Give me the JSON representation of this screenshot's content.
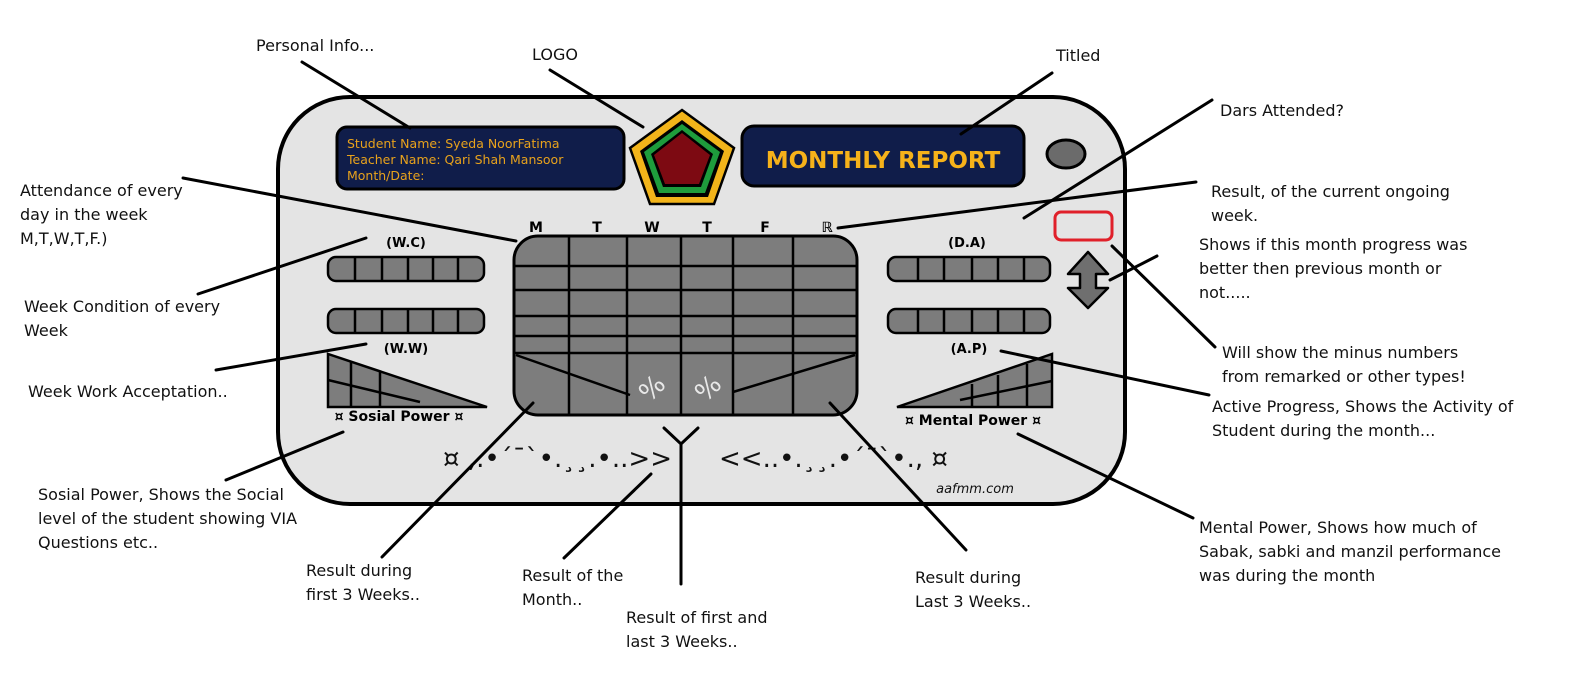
{
  "annotations": {
    "personal_info": "Personal Info...",
    "logo": "LOGO",
    "titled": "Titled",
    "dars_attended": "Dars Attended?",
    "result_current": [
      "Result, of the current ongoing",
      "week."
    ],
    "month_progress": [
      "Shows if this month progress was",
      "better then previous month or",
      "not....."
    ],
    "minus_numbers": [
      "Will show the minus numbers",
      "from remarked or other types!"
    ],
    "active_progress": [
      "Active Progress, Shows the Activity of",
      "Student during the month..."
    ],
    "mental_power": [
      "Mental Power, Shows how much of",
      "Sabak, sabki and manzil performance",
      "was during the month"
    ],
    "attendance": [
      "Attendance of every",
      "day in the week",
      "M,T,W,T,F.)"
    ],
    "week_condition": [
      "Week Condition of every",
      "Week"
    ],
    "week_work": "Week Work Acceptation..",
    "sosial_power": [
      "Sosial Power, Shows the Social",
      "level of the student showing VIA",
      "Questions etc.."
    ],
    "result_first3": [
      "Result during",
      "first 3 Weeks.."
    ],
    "result_month": [
      "Result of the",
      "Month.."
    ],
    "result_first_last": [
      "Result of first and",
      "last 3 Weeks.."
    ],
    "result_last3": [
      "Result during",
      "Last 3 Weeks.."
    ]
  },
  "device": {
    "student_line": "Student Name: Syeda NoorFatima",
    "teacher_line": "Teacher Name: Qari Shah Mansoor",
    "month_line": "Month/Date:",
    "report_title": "MONTHLY REPORT",
    "days": [
      "M",
      "T",
      "W",
      "T",
      "F",
      "ℝ"
    ],
    "wc_label": "(W.C)",
    "ww_label": "(W.W)",
    "da_label": "(D.A)",
    "ap_label": "(A.P)",
    "sosial_label": "¤ Sosial Power ¤",
    "mental_label": "¤ Mental Power ¤",
    "deco_left": "¤ ,.•´¯`•.¸¸.•..>>",
    "deco_right": "<<..•.¸¸.•´¯`•., ¤",
    "watermark": "aafmm.com",
    "percent_glyph": "%"
  },
  "colors": {
    "panel": "#e4e4e4",
    "info_box": "#101d4a",
    "info_text": "#e8a21c",
    "slot_grey": "#7c7c7c",
    "grid_grey": "#7d7d7d",
    "logo_red": "#7d0a12",
    "logo_green": "#1e9c3c",
    "logo_yellow": "#f2b41a",
    "alert_red": "#e0202a",
    "button_grey": "#6b6b6b"
  },
  "icons": {
    "logo": "pentagon-emblem-icon",
    "progress_arrow": "up-down-arrow-icon",
    "button": "round-button-icon"
  }
}
